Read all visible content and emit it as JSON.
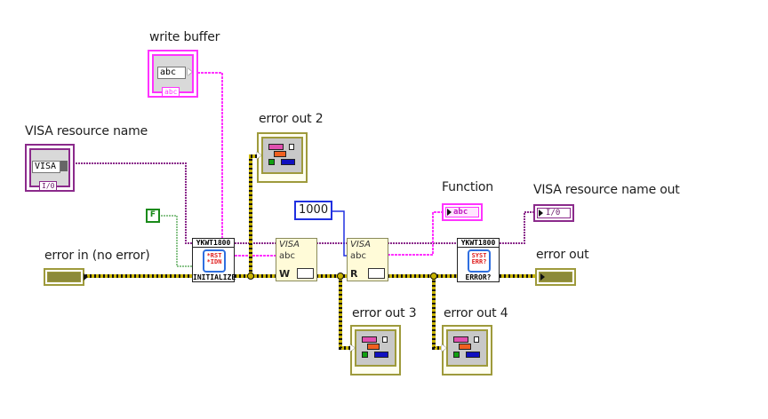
{
  "diagram": {
    "type": "LabVIEW block diagram",
    "controls": {
      "write_buffer": {
        "label": "write buffer",
        "type_tag": "abc",
        "value": "abc"
      },
      "visa_resource_name": {
        "label": "VISA resource name",
        "type_tag": "I/0",
        "value": "VISA"
      },
      "error_in": {
        "label": "error in (no error)"
      }
    },
    "constants": {
      "timeout": "1000",
      "boolean": "F"
    },
    "subvis": {
      "initialize": {
        "header": "YKWT1800",
        "icon_text_1": "*RST",
        "icon_text_2": "*IDN",
        "footer": "INITIALIZE"
      },
      "visa_write": {
        "line1": "VISA",
        "line2": "abc",
        "mode": "W"
      },
      "visa_read": {
        "line1": "VISA",
        "line2": "abc",
        "mode": "R"
      },
      "error_query": {
        "header": "YKWT1800",
        "icon_text_1": "SYST",
        "icon_text_2": "ERR?",
        "footer": "ERROR?"
      }
    },
    "indicators": {
      "error_out_2": {
        "label": "error out 2"
      },
      "error_out_3": {
        "label": "error out 3"
      },
      "error_out_4": {
        "label": "error out 4"
      },
      "function": {
        "label": "Function",
        "type_tag": "abc"
      },
      "visa_resource_name_out": {
        "label": "VISA resource name out",
        "type_tag": "I/0"
      },
      "error_out": {
        "label": "error out"
      }
    },
    "colors": {
      "string_wire": "#ff33ff",
      "visa_wire": "#8b2a8b",
      "error_wire": "#c8b400",
      "numeric_wire": "#2030e0",
      "boolean_wire": "#1a8a1a"
    }
  }
}
